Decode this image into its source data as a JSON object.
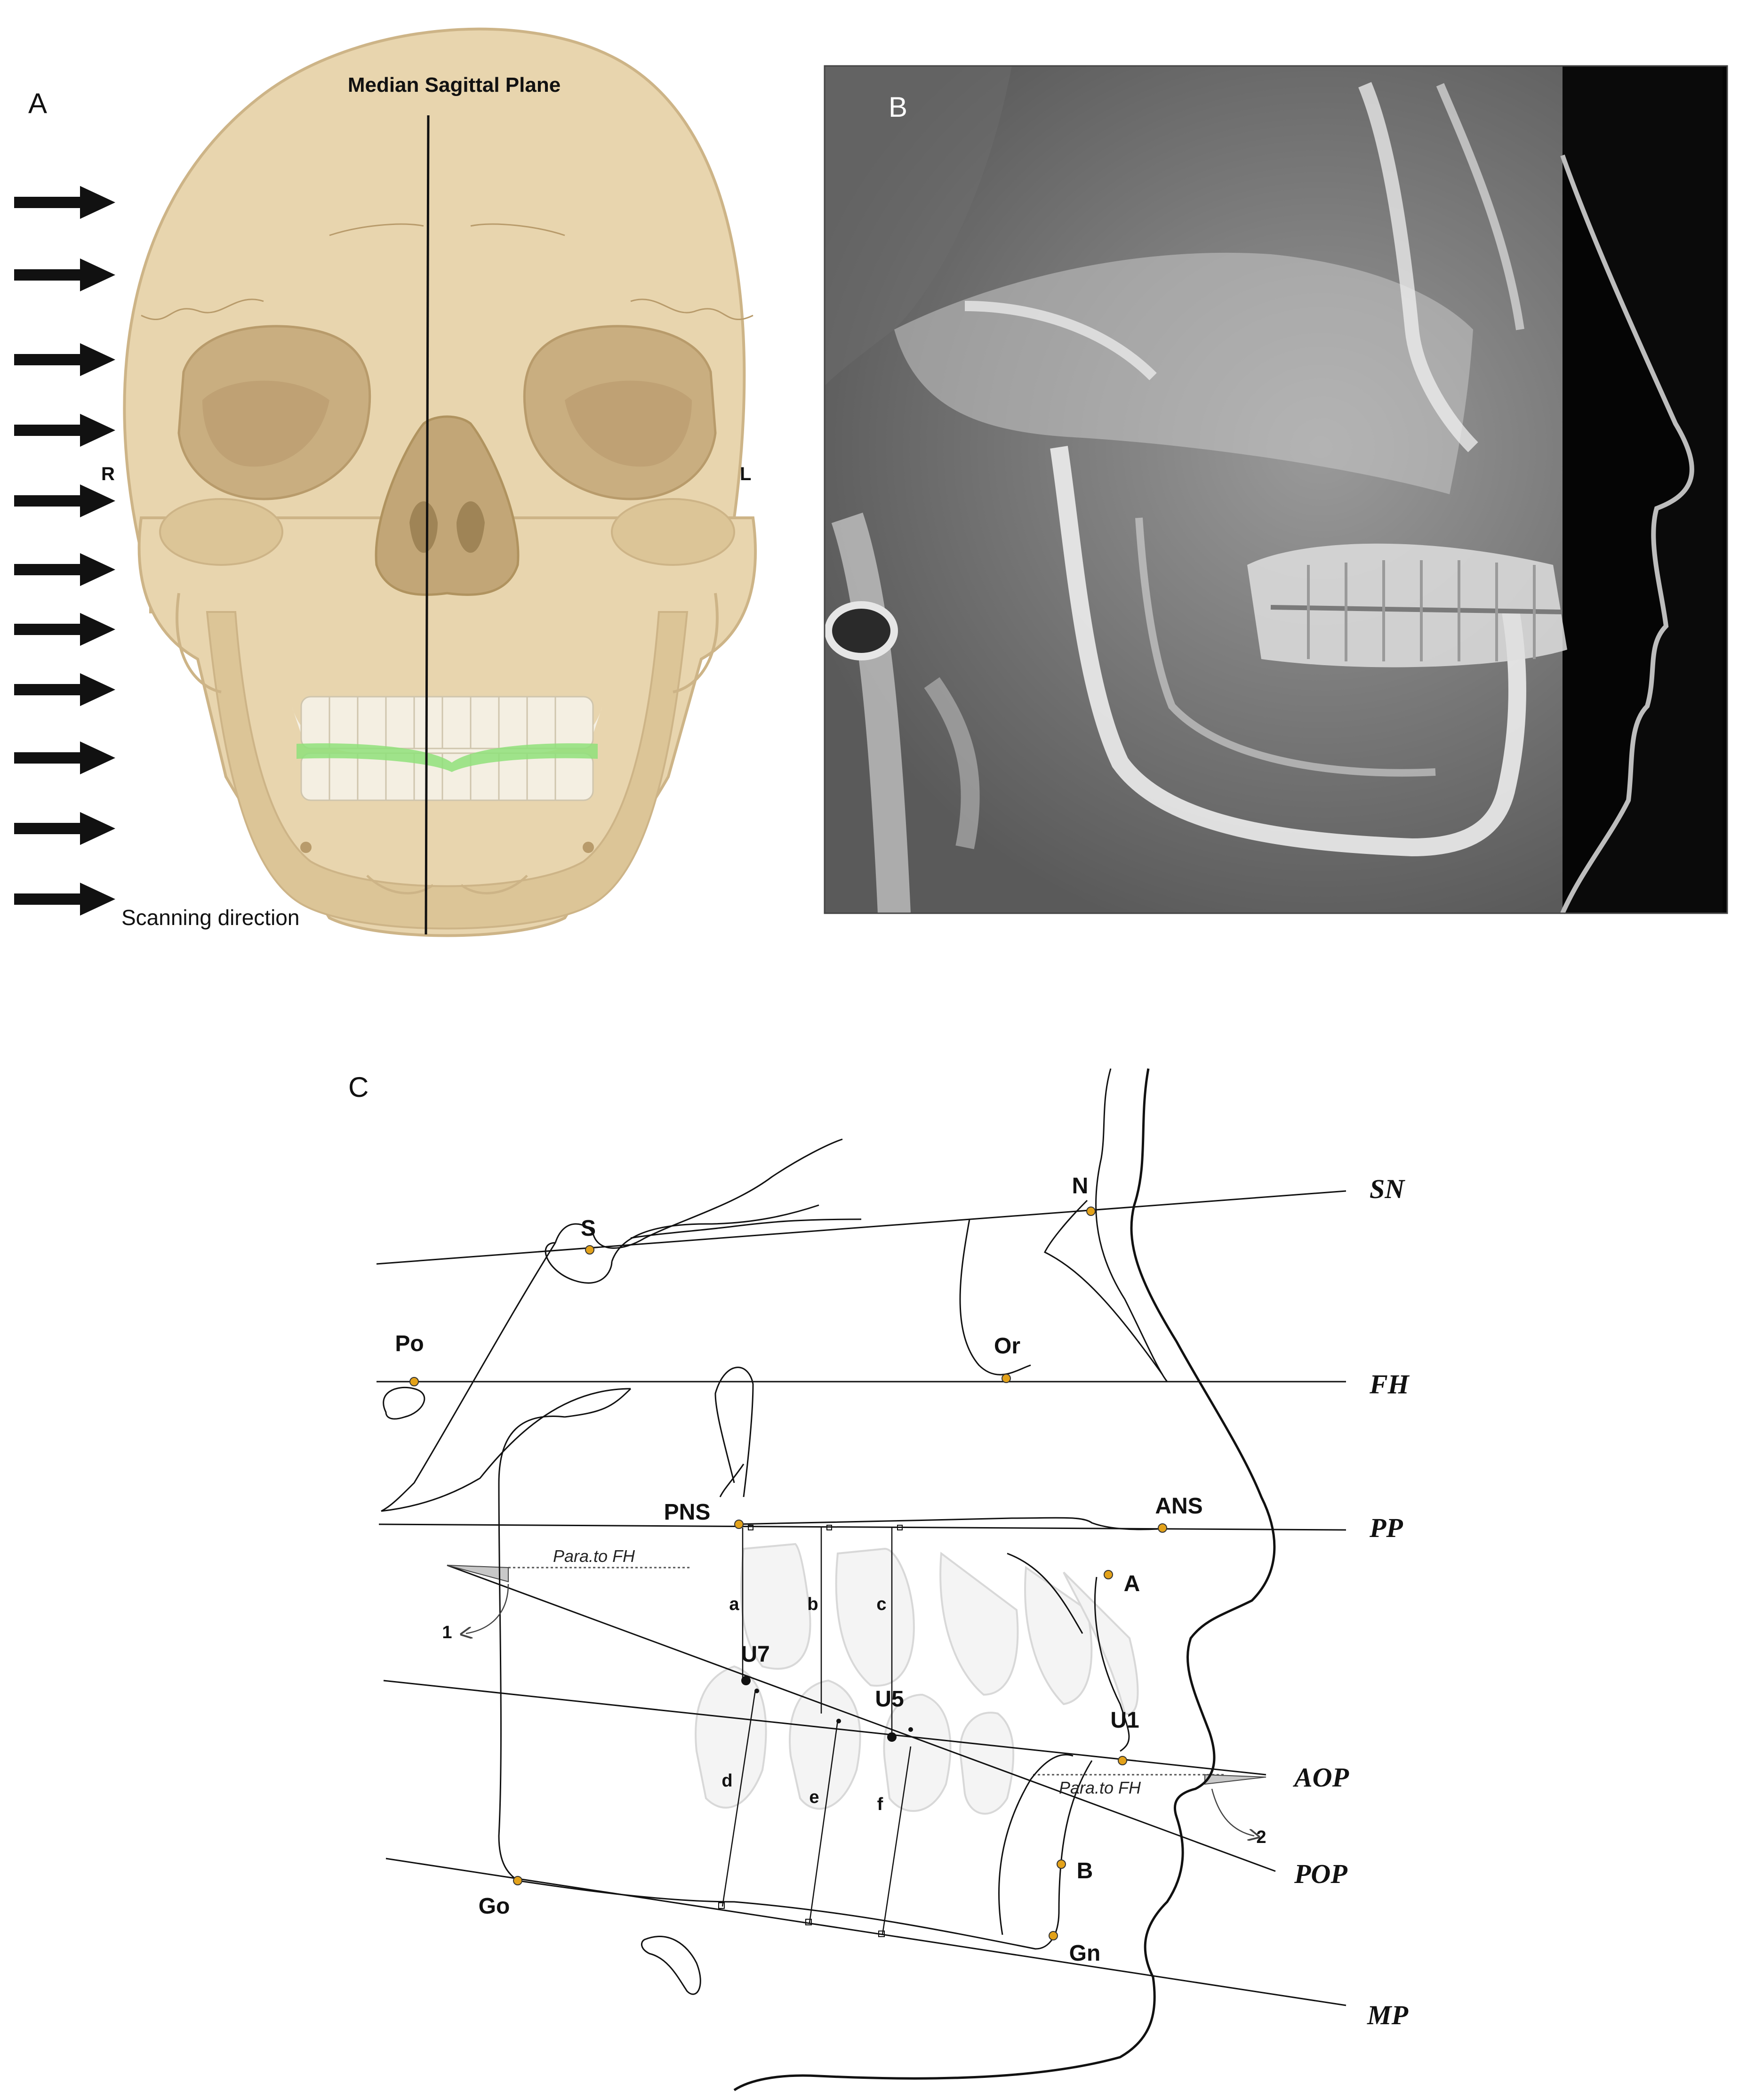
{
  "panels": {
    "a": {
      "label": "A",
      "plane_title": "Median Sagittal Plane",
      "side_right": "R",
      "side_left": "L",
      "scan_caption": "Scanning direction",
      "colors": {
        "bone": "#e8d5ae",
        "bone_shadow": "#d2b98a",
        "occlusal_plane": "#8fe07a"
      }
    },
    "b": {
      "label": "B"
    },
    "c": {
      "label": "C",
      "lines": {
        "sn": "SN",
        "fh": "FH",
        "pp": "PP",
        "aop": "AOP",
        "pop": "POP",
        "mp": "MP"
      },
      "landmarks": {
        "s": "S",
        "n": "N",
        "po": "Po",
        "or": "Or",
        "pns": "PNS",
        "ans": "ANS",
        "a_point": "A",
        "u7": "U7",
        "u5": "U5",
        "u1": "U1",
        "b_point": "B",
        "go": "Go",
        "gn": "Gn"
      },
      "measures": {
        "a": "a",
        "b": "b",
        "c": "c",
        "d": "d",
        "e": "e",
        "f": "f"
      },
      "para_fh_left": "Para.to FH",
      "para_fh_right": "Para.to FH",
      "angle_1": "1",
      "angle_2": "2",
      "colors": {
        "landmark_dot": "#e3a21a"
      }
    }
  }
}
